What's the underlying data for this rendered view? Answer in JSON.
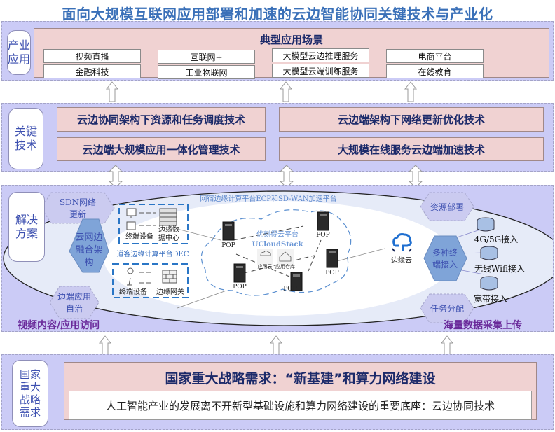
{
  "title": "面向大规模互联网应用部署和加速的云边智能协同关键技术与产业化",
  "layers": {
    "industry": {
      "label_line1": "产业",
      "label_line2": "应用",
      "box_title": "典型应用场景",
      "items": [
        "视频直播",
        "互联网+",
        "大模型云边推理服务",
        "电商平台",
        "金融科技",
        "工业物联网",
        "大模型云端训练服务",
        "在线教育"
      ]
    },
    "tech": {
      "label_line1": "关键",
      "label_line2": "技术",
      "items": [
        "云边协同架构下资源和任务调度技术",
        "云边端架构下网络更新优化技术",
        "云边端大规模应用一体化管理技术",
        "大规模在线服务云边端加速技术"
      ]
    },
    "solution": {
      "label_line1": "解决",
      "label_line2": "方案",
      "hex_sdn": [
        "SDN网络",
        "更新"
      ],
      "hex_fusion": [
        "云网边",
        "融合架",
        "构"
      ],
      "hex_edge_app": [
        "边端应用",
        "自治"
      ],
      "hex_resource": [
        "资源部署"
      ],
      "hex_access": [
        "多种终",
        "端接入"
      ],
      "hex_task": [
        "任务分配"
      ],
      "dec_platform": "道客边缘计算平台DEC",
      "dec_top": {
        "terminal": "终端设备",
        "datacenter_l1": "边缘数",
        "datacenter_l2": "据中心"
      },
      "dec_bottom": {
        "terminal": "终端设备",
        "gateway": "边缘网关"
      },
      "ecp_platform": "网宿边缘计算平台ECP和SD-WAN加速平台",
      "ucloud_name": "优刻得云平台",
      "ucloud_stack": "UCloudStack",
      "ucloud_app_cloud": "应用云",
      "ucloud_app_store": "应用仓库",
      "pop_label": "POP",
      "edge_cloud": "边缘云",
      "access": [
        "4G/5G接入",
        "无线Wifi接入",
        "宽带接入"
      ],
      "bottom_left": "视频内容/应用访问",
      "bottom_right": "海量数据采集上传"
    },
    "strategy": {
      "label": [
        "国家",
        "重大",
        "战略",
        "需求"
      ],
      "title": "国家重大战略需求：“新基建”和算力网络建设",
      "subtitle": "人工智能产业的发展离不开新型基础设施和算力网络建设的重要底座：云边协同技术"
    }
  },
  "colors": {
    "band": "#cbcbf6",
    "pink": "#f0d2d2",
    "title_blue": "#3a70b8",
    "dark_navy": "#1c2a6a",
    "purple_text": "#6a2a9a",
    "hex_dark": "#7fa4d8",
    "hex_light": "#d2d2f2"
  }
}
